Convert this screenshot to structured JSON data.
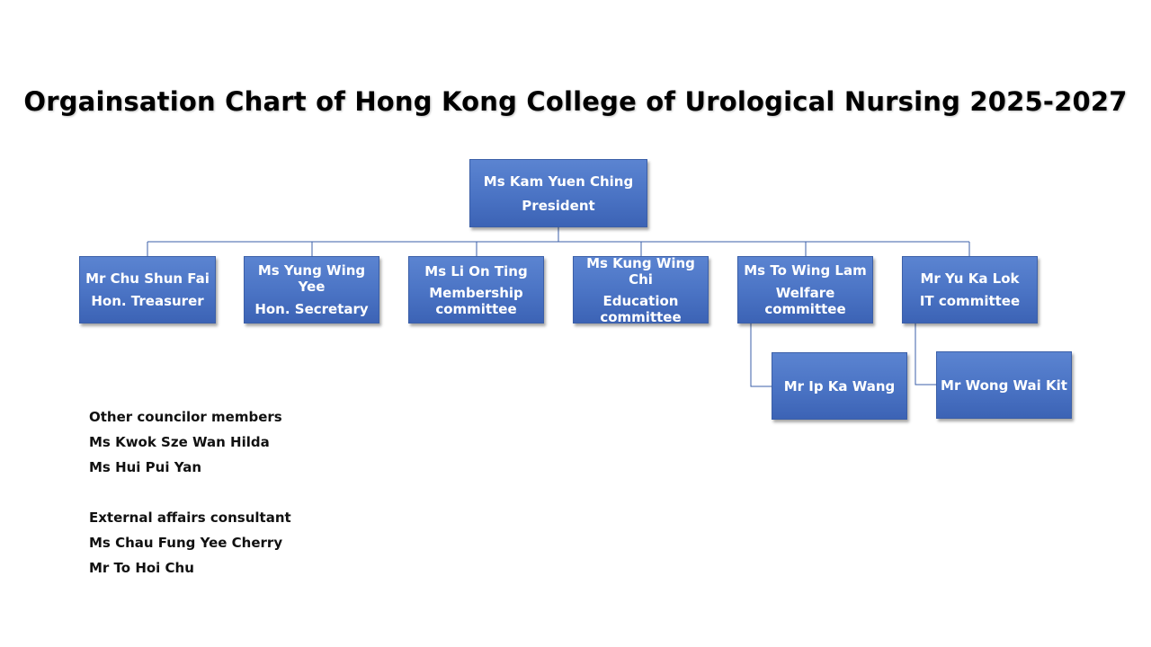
{
  "title": "Orgainsation Chart of Hong Kong College of Urological Nursing 2025-2027",
  "colors": {
    "box_fill": "#4a73c4",
    "box_border": "#3b5fa8",
    "connector": "#3b5fa8",
    "text_on_box": "#ffffff"
  },
  "president": {
    "name": "Ms Kam Yuen Ching",
    "role": "President"
  },
  "officers": [
    {
      "name": "Mr Chu Shun Fai",
      "role": "Hon. Treasurer"
    },
    {
      "name": "Ms Yung Wing Yee",
      "role": "Hon. Secretary"
    },
    {
      "name": "Ms Li On Ting",
      "role": "Membership committee"
    },
    {
      "name": "Ms Kung Wing Chi",
      "role": "Education committee"
    },
    {
      "name": "Ms To Wing Lam",
      "role": "Welfare committee"
    },
    {
      "name": "Mr Yu Ka Lok",
      "role": "IT committee"
    }
  ],
  "sub_members": [
    {
      "name": "Mr Ip Ka Wang",
      "reports_to": "Ms To Wing Lam"
    },
    {
      "name": "Mr Wong Wai Kit",
      "reports_to": "Mr Yu Ka Lok"
    }
  ],
  "other_councilors": {
    "heading": "Other councilor members",
    "members": [
      "Ms Kwok Sze Wan Hilda",
      "Ms Hui Pui Yan"
    ]
  },
  "external_affairs": {
    "heading": "External affairs consultant",
    "members": [
      "Ms Chau Fung Yee Cherry",
      "Mr To Hoi Chu"
    ]
  }
}
